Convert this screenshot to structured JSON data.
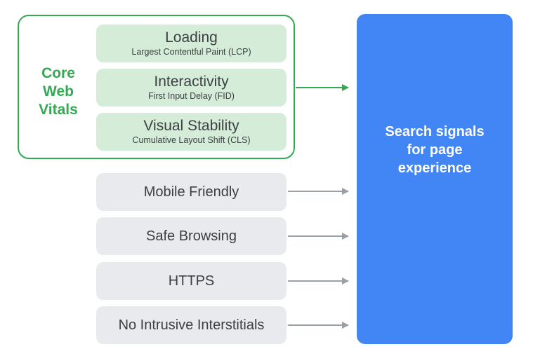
{
  "core_web_vitals": {
    "label": "Core\nWeb\nVitals",
    "metrics": [
      {
        "title": "Loading",
        "subtitle": "Largest Contentful Paint (LCP)"
      },
      {
        "title": "Interactivity",
        "subtitle": "First Input Delay (FID)"
      },
      {
        "title": "Visual Stability",
        "subtitle": "Cumulative Layout Shift (CLS)"
      }
    ]
  },
  "signals": [
    "Mobile Friendly",
    "Safe Browsing",
    "HTTPS",
    "No Intrusive Interstitials"
  ],
  "target": {
    "label": "Search signals\nfor page\nexperience"
  },
  "colors": {
    "core_green": "#34a853",
    "metric_fill": "#d4ecd8",
    "signal_fill": "#e8eaed",
    "target_blue": "#4285f4",
    "gray_arrow": "#9aa0a6"
  }
}
